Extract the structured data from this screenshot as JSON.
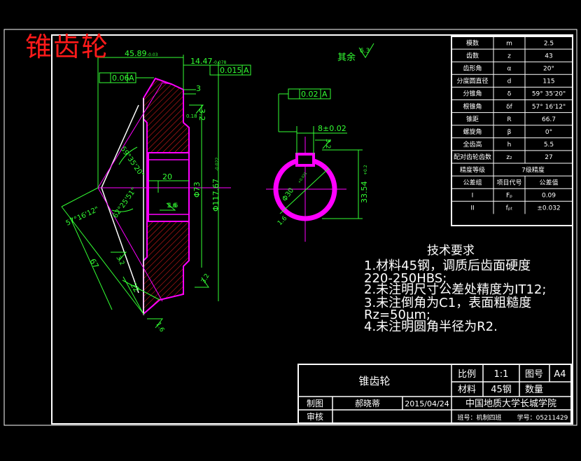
{
  "watermark": "锥齿轮",
  "colors": {
    "background": "#000000",
    "frame": "#ffffff",
    "part": "#ff00ff",
    "dimension": "#33ff33",
    "hatch": "#ff2020",
    "text": "#ffffff",
    "watermark": "#ff1a1a"
  },
  "dimensions": {
    "d1": "45.89",
    "d1_tol": "-0.03",
    "d2": "14.47",
    "d2_tol": "-0.078",
    "gtol_left_val": "0.06",
    "gtol_left_ref": "A",
    "gtol_right_val": "0.015",
    "gtol_right_ref": "A",
    "d_3": "3",
    "rough_32a": "3.2",
    "rough_16a": "1.6",
    "chamfer": "0.18",
    "ang_59": "59°35'20\"",
    "ang_62": "62°25'51\"",
    "ang_57": "57°16'12\"",
    "bore20": "20",
    "dia73": "Φ73",
    "dia117": "Φ117.67",
    "dia117_tol": "-0.022",
    "len67": "67",
    "len22": "22",
    "rough_32b": "3.2",
    "rough_32c": "3.2",
    "rough_16b": "1.6",
    "rough_16c": "1.6",
    "gtol_key_val": "0.02",
    "gtol_key_ref": "A",
    "key8": "8±0.02",
    "rough_32d": "3.2",
    "dia30": "Φ30",
    "dia30_tol": "+0.021",
    "h33": "33.54",
    "h33_tol": "+0.2",
    "rough_16d": "1.6",
    "other_label": "其余",
    "other_rough": "6.3"
  },
  "param_table": {
    "rows": [
      {
        "name": "模数",
        "symbol": "m",
        "value": "2.5"
      },
      {
        "name": "齿数",
        "symbol": "z",
        "value": "43"
      },
      {
        "name": "齿形角",
        "symbol": "α",
        "value": "20°"
      },
      {
        "name": "分度圆直径",
        "symbol": "d",
        "value": "115"
      },
      {
        "name": "分锥角",
        "symbol": "δ",
        "value": "59° 35'20\""
      },
      {
        "name": "根锥角",
        "symbol": "δf",
        "value": "57° 16'12\""
      },
      {
        "name": "锥距",
        "symbol": "R",
        "value": "66.7"
      },
      {
        "name": "螺旋角",
        "symbol": "β",
        "value": "0°"
      },
      {
        "name": "全齿高",
        "symbol": "h",
        "value": "5.5"
      },
      {
        "name": "配对齿轮齿数",
        "symbol": "z₂",
        "value": "27"
      },
      {
        "name": "精度等级",
        "symbol": "",
        "value": "7级精度"
      }
    ],
    "header": {
      "name": "公差组",
      "symbol": "项目代号",
      "value": "公差值"
    },
    "tol_rows": [
      {
        "name": "I",
        "symbol": "Fₚ",
        "value": "0.09"
      },
      {
        "name": "II",
        "symbol": "fₚₜ",
        "value": "±0.032"
      }
    ]
  },
  "tech_req": {
    "title": "技术要求",
    "lines": [
      "1.材料45钢，调质后齿面硬度",
      "220-250HBS;",
      "2.未注明尺寸公差处精度为IT12;",
      "3.未注倒角为C1，表面粗糙度",
      "Rz=50μm;",
      "4.未注明圆角半径为R2."
    ]
  },
  "title_block": {
    "part_name": "锥齿轮",
    "scale_label": "比例",
    "scale_value": "1:1",
    "drawing_no_label": "图号",
    "drawing_no_value": "A4",
    "material_label": "材料",
    "material_value": "45钢",
    "quantity_label": "数量",
    "drawn_label": "制图",
    "drawn_name": "郝晓蒂",
    "date": "2015/04/24",
    "checked_label": "审核",
    "school": "中国地质大学长城学院",
    "class_info": "班号：机制四班",
    "student_no": "学号：05211429"
  }
}
